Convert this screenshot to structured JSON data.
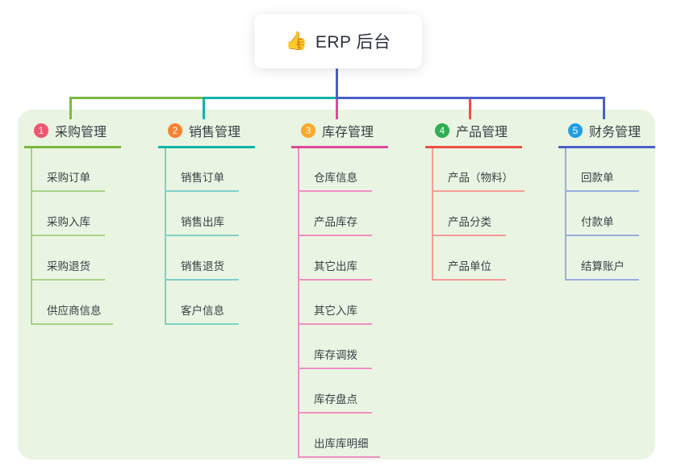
{
  "root": {
    "icon": "👍",
    "title": "ERP 后台"
  },
  "colors": {
    "panel_bg": "#e9f5e2",
    "root_link": "#4a5fc9"
  },
  "branches": [
    {
      "number": "1",
      "label": "采购管理",
      "color": "#7cb93f",
      "light": "#a8d287",
      "badge": "#f0566d",
      "children": [
        "采购订单",
        "采购入库",
        "采购退货",
        "供应商信息"
      ]
    },
    {
      "number": "2",
      "label": "销售管理",
      "color": "#12b3a8",
      "light": "#7fd0c8",
      "badge": "#f8822f",
      "children": [
        "销售订单",
        "销售出库",
        "销售退货",
        "客户信息"
      ]
    },
    {
      "number": "3",
      "label": "库存管理",
      "color": "#e2489d",
      "light": "#f090c3",
      "badge": "#fda829",
      "children": [
        "仓库信息",
        "产品库存",
        "其它出库",
        "其它入库",
        "库存调拨",
        "库存盘点",
        "出库库明细"
      ]
    },
    {
      "number": "4",
      "label": "产品管理",
      "color": "#ec4f44",
      "light": "#f59d96",
      "badge": "#2fae52",
      "children": [
        "产品（物料）",
        "产品分类",
        "产品单位"
      ]
    },
    {
      "number": "5",
      "label": "财务管理",
      "color": "#4a5fc9",
      "light": "#9badde",
      "badge": "#209de4",
      "children": [
        "回款单",
        "付款单",
        "结算账户"
      ]
    }
  ]
}
